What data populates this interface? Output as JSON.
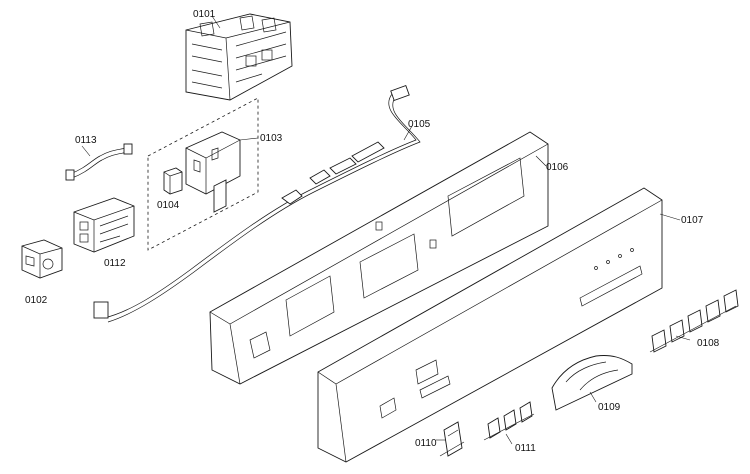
{
  "diagram": {
    "parts": [
      {
        "id": "part-0101",
        "label": "0101"
      },
      {
        "id": "part-0102",
        "label": "0102"
      },
      {
        "id": "part-0103",
        "label": "0103"
      },
      {
        "id": "part-0104",
        "label": "0104"
      },
      {
        "id": "part-0105",
        "label": "0105"
      },
      {
        "id": "part-0106",
        "label": "0106"
      },
      {
        "id": "part-0107",
        "label": "0107"
      },
      {
        "id": "part-0108",
        "label": "0108"
      },
      {
        "id": "part-0109",
        "label": "0109"
      },
      {
        "id": "part-0110",
        "label": "0110"
      },
      {
        "id": "part-0111",
        "label": "0111"
      },
      {
        "id": "part-0112",
        "label": "0112"
      },
      {
        "id": "part-0113",
        "label": "0113"
      }
    ]
  }
}
